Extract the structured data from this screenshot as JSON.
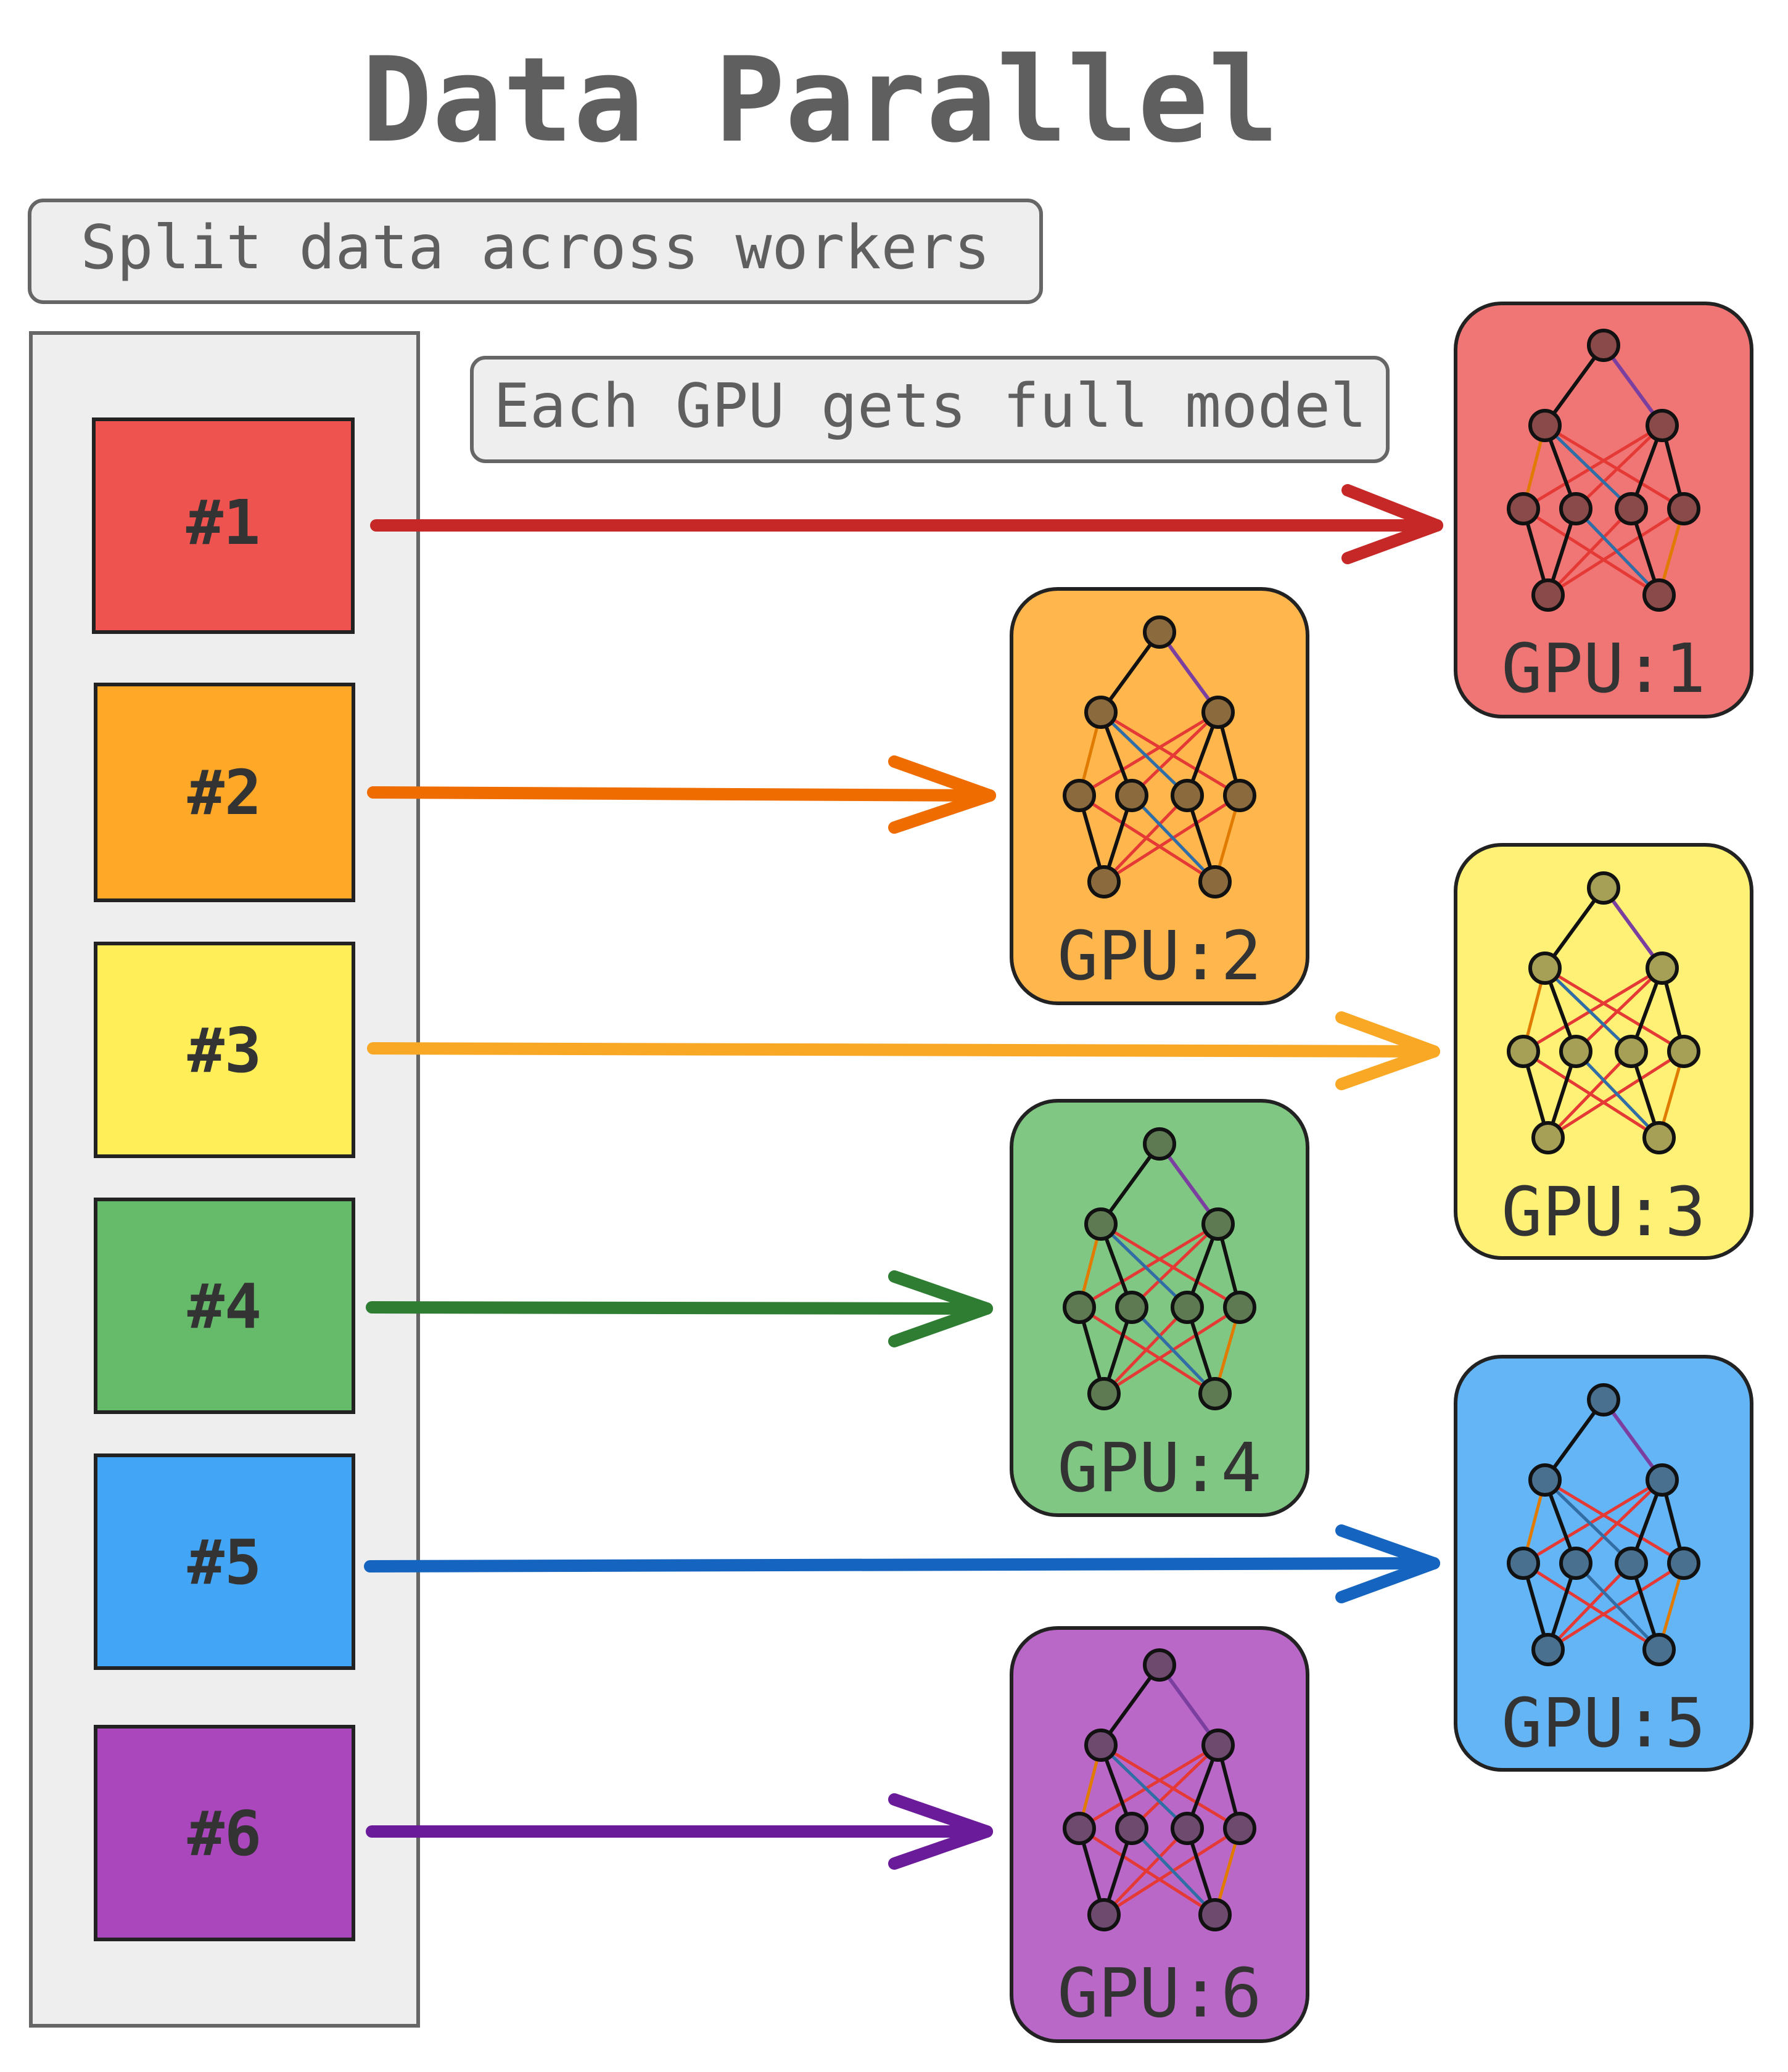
{
  "title": "Data Parallel",
  "split_label": "Split data across workers",
  "model_label": "Each GPU gets full model",
  "colors": {
    "text": "#5f5f5f",
    "panel_fill": "#eeeeee",
    "panel_stroke": "#666666",
    "outline": "#222222"
  },
  "shards": [
    {
      "label": "#1",
      "color": "#ef5350",
      "arrow": "#c62828"
    },
    {
      "label": "#2",
      "color": "#ffa726",
      "arrow": "#ef6c00"
    },
    {
      "label": "#3",
      "color": "#ffee58",
      "arrow": "#f9a825"
    },
    {
      "label": "#4",
      "color": "#66bb6a",
      "arrow": "#2e7d32"
    },
    {
      "label": "#5",
      "color": "#42a5f5",
      "arrow": "#1565c0"
    },
    {
      "label": "#6",
      "color": "#ab47bc",
      "arrow": "#6a1b9a"
    }
  ],
  "gpus": [
    {
      "label": "GPU:1",
      "color": "#f07575",
      "node": "#8a4a4a"
    },
    {
      "label": "GPU:2",
      "color": "#ffb74d",
      "node": "#8b6a3e"
    },
    {
      "label": "GPU:3",
      "color": "#fff176",
      "node": "#a5a055"
    },
    {
      "label": "GPU:4",
      "color": "#81c784",
      "node": "#5d7a52"
    },
    {
      "label": "GPU:5",
      "color": "#64b5f6",
      "node": "#4a7090"
    },
    {
      "label": "GPU:6",
      "color": "#ba68c8",
      "node": "#6e4a6e"
    }
  ]
}
